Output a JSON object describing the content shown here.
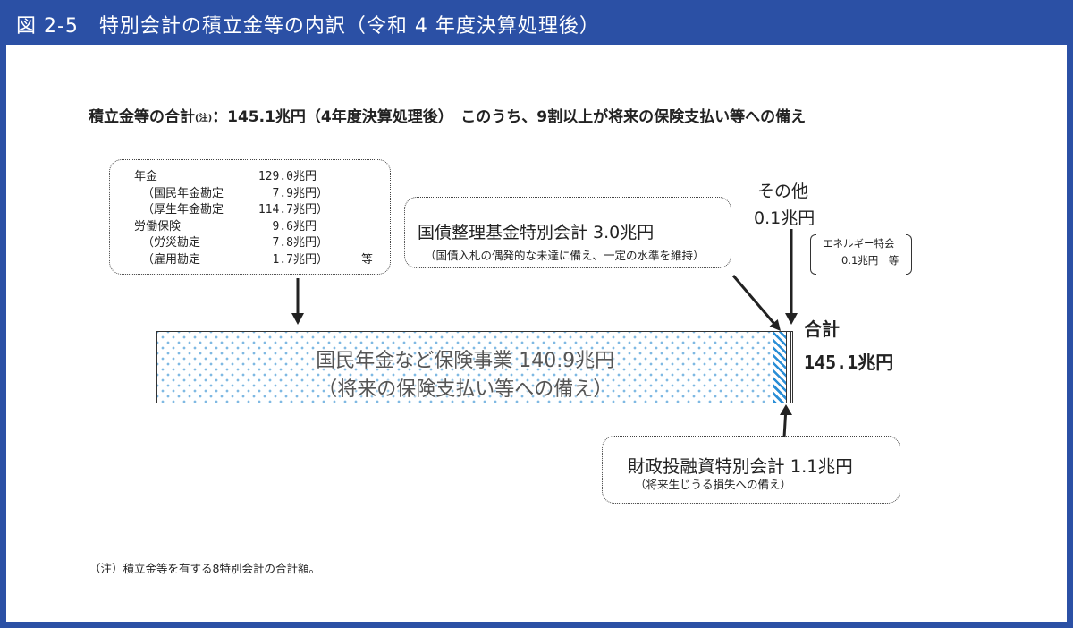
{
  "header": {
    "title": "図 2-5　特別会計の積立金等の内訳（令和 4 年度決算処理後）"
  },
  "summary": {
    "lead": "積立金等の合計",
    "note_mark": "(注)",
    "rest": "：145.1兆円（4年度決算処理後）　このうち、9割以上が将来の保険支払い等への備え"
  },
  "insurance_box": {
    "rows": [
      {
        "label": "年金",
        "amount": "129.0兆円"
      },
      {
        "label": "（国民年金勘定",
        "amount": "7.9兆円",
        "close": "）"
      },
      {
        "label": "（厚生年金勘定",
        "amount": "114.7兆円",
        "close": "）"
      },
      {
        "label": "労働保険",
        "amount": "9.6兆円"
      },
      {
        "label": "（労災勘定",
        "amount": "7.8兆円",
        "close": "）"
      },
      {
        "label": "（雇用勘定",
        "amount": "1.7兆円",
        "close": "）",
        "suffix": "等"
      }
    ]
  },
  "jgb_box": {
    "title": "国債整理基金特別会計 3.0兆円",
    "note": "（国債入札の偶発的な未達に備え、一定の水準を維持）"
  },
  "other": {
    "label": "その他",
    "amount": "0.1兆円",
    "detail_name": "エネルギー特会",
    "detail_amount": "0.1兆円　等"
  },
  "total": {
    "label": "合計",
    "amount": "145.1兆円"
  },
  "bar": {
    "main_label": "国民年金など保険事業 140.9兆円",
    "main_note": "（将来の保険支払い等への備え）",
    "segments": [
      {
        "value": 140.9
      },
      {
        "value": 3.0
      },
      {
        "value": 1.1
      },
      {
        "value": 0.1
      }
    ]
  },
  "filp_box": {
    "title": "財政投融資特別会計 1.1兆円",
    "note": "（将来生じうる損失への備え）"
  },
  "footnote": "（注）積立金等を有する8特別会計の合計額。",
  "colors": {
    "frame": "#2b50a5",
    "dots": "#7fb9e3",
    "hatch": "#2a8ed6"
  }
}
